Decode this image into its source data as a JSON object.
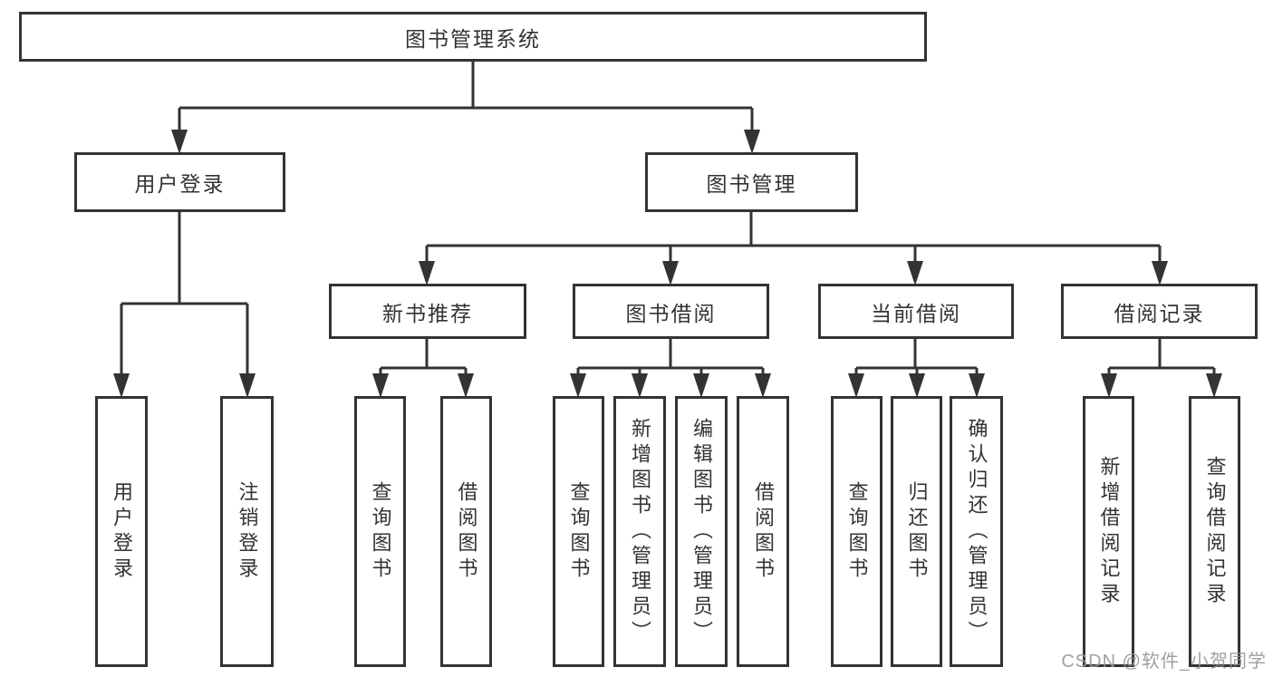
{
  "diagram": {
    "title": "图书管理系统",
    "type": "hierarchy-tree",
    "colors": {
      "line": "#333333",
      "border": "#333333",
      "text": "#333333",
      "background": "#ffffff",
      "watermark": "#969696"
    },
    "watermark": "CSDN @软件_小贺同学"
  },
  "nodes": {
    "root": "图书管理系统",
    "user_login": "用户登录",
    "book_mgmt": "图书管理",
    "new_book_rec": "新书推荐",
    "book_borrow": "图书借阅",
    "current_borrow": "当前借阅",
    "borrow_records": "借阅记录",
    "leaf_user_login": "用户登录",
    "leaf_logout": "注销登录",
    "rec_query_books": "查询图书",
    "rec_borrow_books": "借阅图书",
    "bb_query_books": "查询图书",
    "bb_add_books": "新增图书（管理员）",
    "bb_edit_books": "编辑图书（管理员）",
    "bb_borrow_books": "借阅图书",
    "cb_query_books": "查询图书",
    "cb_return_books": "归还图书",
    "cb_confirm_return": "确认归还（管理员）",
    "br_add_record": "新增借阅记录",
    "br_query_record": "查询借阅记录"
  },
  "structure": {
    "图书管理系统": [
      "用户登录",
      "图书管理"
    ],
    "用户登录": [
      "用户登录",
      "注销登录"
    ],
    "图书管理": [
      "新书推荐",
      "图书借阅",
      "当前借阅",
      "借阅记录"
    ],
    "新书推荐": [
      "查询图书",
      "借阅图书"
    ],
    "图书借阅": [
      "查询图书",
      "新增图书（管理员）",
      "编辑图书（管理员）",
      "借阅图书"
    ],
    "当前借阅": [
      "查询图书",
      "归还图书",
      "确认归还（管理员）"
    ],
    "借阅记录": [
      "新增借阅记录",
      "查询借阅记录"
    ]
  }
}
